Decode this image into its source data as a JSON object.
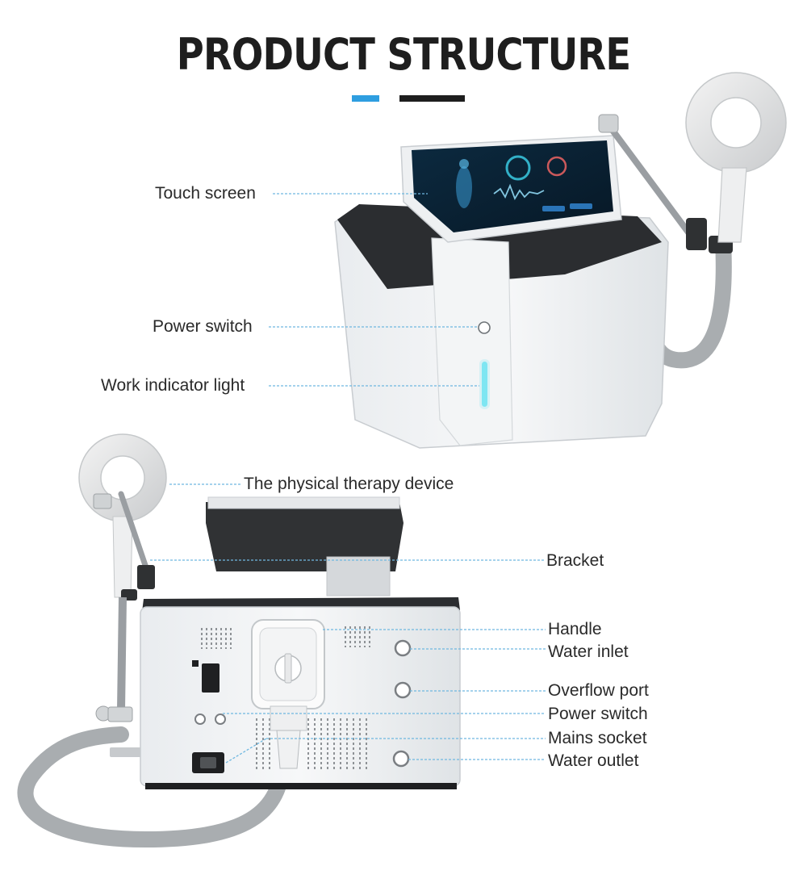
{
  "title": "PRODUCT STRUCTURE",
  "colors": {
    "accent_blue": "#2e9ee0",
    "accent_dark": "#1e1e1e",
    "leader_line": "#6fb8e0",
    "indicator_light": "#7ee6f2"
  },
  "front_labels": {
    "touch_screen": "Touch screen",
    "power_switch": "Power switch",
    "work_indicator": "Work indicator light"
  },
  "rear_labels": {
    "therapy_device": "The physical therapy device",
    "bracket": "Bracket",
    "handle": "Handle",
    "water_inlet": "Water inlet",
    "overflow_port": "Overflow port",
    "power_switch": "Power switch",
    "mains_socket": "Mains socket",
    "water_outlet": "Water outlet"
  }
}
